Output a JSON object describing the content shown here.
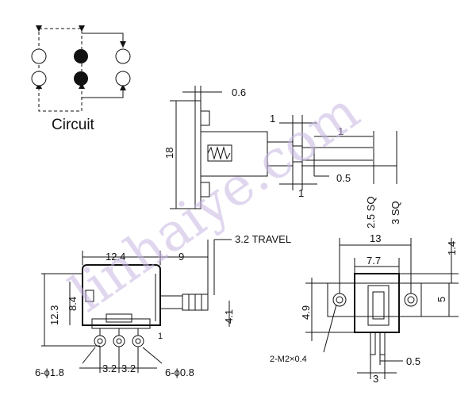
{
  "circuit": {
    "label": "Circuit"
  },
  "side_view": {
    "dims": {
      "plate_thickness": "0.6",
      "height": "18",
      "step": "1",
      "step_right": "1",
      "gap_lower": "1",
      "tip_offset": "0.5",
      "shaft_sq_small": "2.5 SQ",
      "shaft_sq_large": "3 SQ"
    }
  },
  "front_view": {
    "dims": {
      "travel": "3.2 TRAVEL",
      "length_a": "12.4",
      "length_b": "9",
      "height_total": "12.3",
      "height_inner": "8.4",
      "shaft_height": "4.1",
      "pin_offset": "1",
      "pins_hole_dia": "6-ϕ1.8",
      "pin_pitch_a": "3.2",
      "pin_pitch_b": "3.2",
      "pins_dia": "6-ϕ0.8"
    }
  },
  "top_view": {
    "dims": {
      "width": "13",
      "slot_width": "7.7",
      "flange": "1.4",
      "hole_height": "5",
      "body_height": "4.9",
      "screw": "2-M2×0.4",
      "pin_spacing": "3",
      "pin_offset": "0.5"
    }
  },
  "watermark": {
    "text": "linhaiye.com",
    "color": "#c7b7e2"
  }
}
